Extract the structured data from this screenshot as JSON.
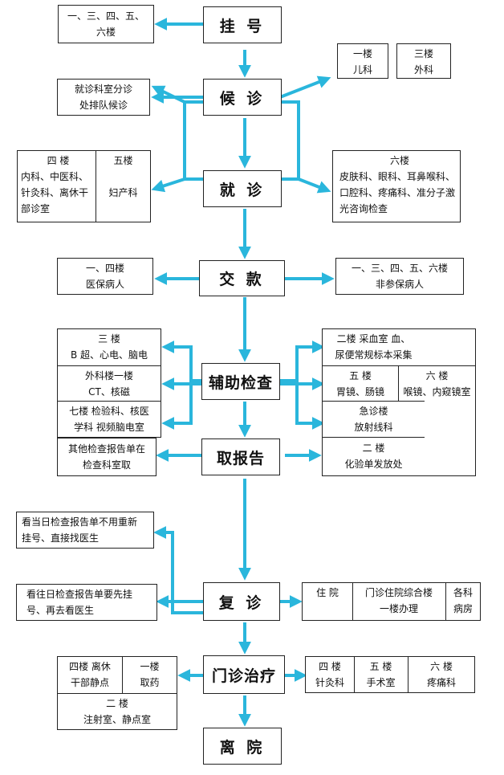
{
  "flow": {
    "guahao": "挂 号",
    "houzhen": "候 诊",
    "jiuzhen": "就 诊",
    "jiaokuan": "交 款",
    "fuzhu": "辅助检查",
    "qubaogao": "取报告",
    "fuzhen": "复 诊",
    "menzhen": "门诊治疗",
    "liyuan": "离 院"
  },
  "notes": {
    "guahao_floors": [
      "一、三、四、五、",
      "六楼"
    ],
    "pediatrics": {
      "floor": "一楼",
      "dept": "儿科"
    },
    "surgery": {
      "floor": "三楼",
      "dept": "外科"
    },
    "queue": [
      "就诊科室分诊",
      "处排队候诊"
    ],
    "floor4": {
      "title": "四  楼",
      "lines": [
        "内科、中医科、",
        "针灸科、离休干",
        "部诊室"
      ]
    },
    "floor5": {
      "title": "五楼",
      "lines": [
        "妇产科"
      ]
    },
    "floor6": {
      "title": "六楼",
      "lines": [
        "皮肤科、眼科、耳鼻喉科、",
        "口腔科、疼痛科、准分子激",
        "光咨询检查"
      ]
    },
    "pay_insured": [
      "一、四楼",
      "医保病人"
    ],
    "pay_uninsured": [
      "一、三、四、五、六楼",
      "非参保病人"
    ],
    "exam_3f": [
      "三  楼",
      "B 超、心电、脑电"
    ],
    "exam_surg": [
      "外科楼一楼",
      "CT、核磁"
    ],
    "exam_7f": [
      "七楼 检验科、核医",
      "学科 视频脑电室"
    ],
    "report_dept": [
      "其他检查报告单在",
      "检查科室取"
    ],
    "blood": [
      "二楼 采血室  血、",
      "尿便常规标本采集"
    ],
    "endo5": [
      "五  楼",
      "胃镜、肠镜"
    ],
    "endo6": [
      "六  楼",
      "喉镜、内窥镜室"
    ],
    "emergency": [
      "急诊楼",
      "放射线科"
    ],
    "lab_2f": [
      "二  楼",
      "化验单发放处"
    ],
    "sameday": [
      "看当日检查报告单不用重新",
      "挂号、直接找医生"
    ],
    "prevday": [
      "看往日检查报告单要先挂",
      "号、再去看医生"
    ],
    "inpatient": {
      "label": "住 院",
      "building": [
        "门诊住院综合楼",
        "一楼办理"
      ],
      "wards": [
        "各科",
        "病房"
      ]
    },
    "treat_left": {
      "retired": [
        "四楼 离休",
        "干部静点"
      ],
      "pharmacy": [
        "一楼",
        "取药"
      ],
      "injection": [
        "二  楼",
        "注射室、静点室"
      ]
    },
    "treat_right": {
      "acu": [
        "四 楼",
        "针灸科"
      ],
      "op": [
        "五  楼",
        "手术室"
      ],
      "pain": [
        "六  楼",
        "疼痛科"
      ]
    }
  }
}
